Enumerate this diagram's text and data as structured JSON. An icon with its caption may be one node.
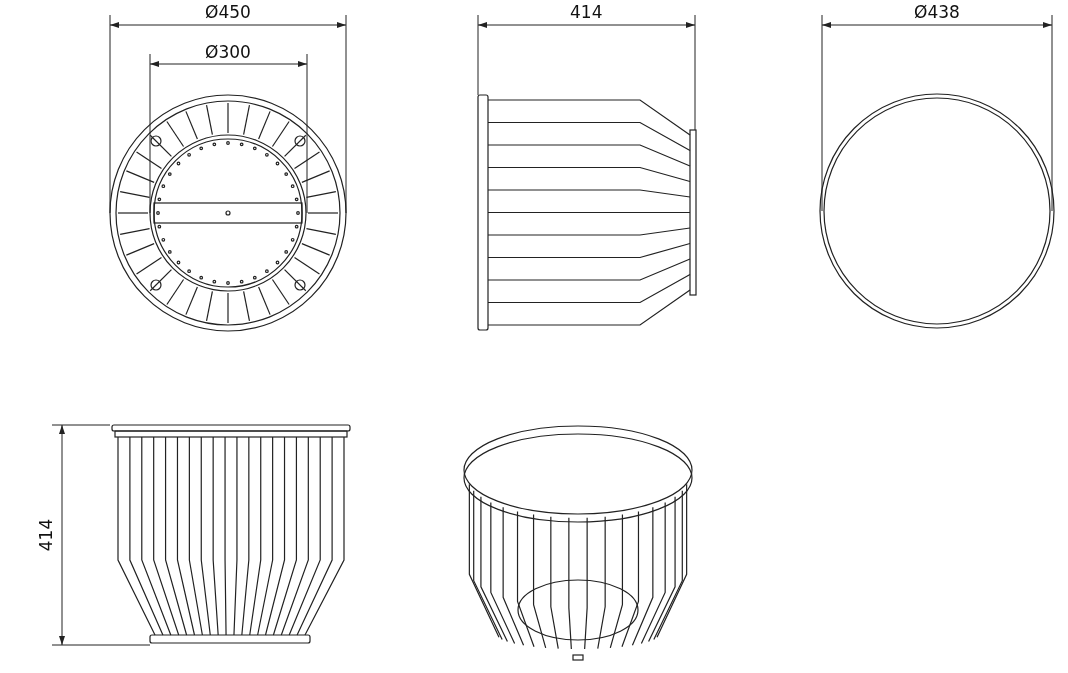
{
  "diagram": {
    "labels": [
      "Ø450",
      "Ø300",
      "414",
      "Ø438",
      "414"
    ]
  }
}
